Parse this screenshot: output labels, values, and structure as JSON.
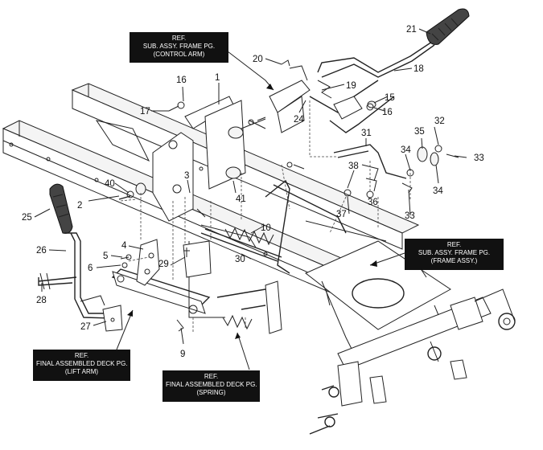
{
  "callouts": {
    "c1": "1",
    "c2": "2",
    "c3": "3",
    "c4": "4",
    "c5": "5",
    "c6": "6",
    "c9": "9",
    "c10": "10",
    "c15": "15",
    "c16a": "16",
    "c16b": "16",
    "c17": "17",
    "c18": "18",
    "c19": "19",
    "c20": "20",
    "c21": "21",
    "c24": "24",
    "c25": "25",
    "c26": "26",
    "c27": "27",
    "c28": "28",
    "c29": "29",
    "c30": "30",
    "c31": "31",
    "c32": "32",
    "c33a": "33",
    "c33b": "33",
    "c34a": "34",
    "c34b": "34",
    "c35": "35",
    "c36": "36",
    "c37": "37",
    "c38": "38",
    "c40": "40",
    "c41": "41"
  },
  "refs": {
    "control_arm": [
      "REF.",
      "SUB. ASSY. FRAME PG.",
      "(CONTROL ARM)"
    ],
    "frame_assy": [
      "REF.",
      "SUB. ASSY. FRAME PG.",
      "(FRAME ASSY.)"
    ],
    "lift_arm": [
      "REF.",
      "FINAL ASSEMBLED DECK PG.",
      "(LIFT ARM)"
    ],
    "spring": [
      "REF.",
      "FINAL ASSEMBLED DECK PG.",
      "(SPRING)"
    ]
  }
}
